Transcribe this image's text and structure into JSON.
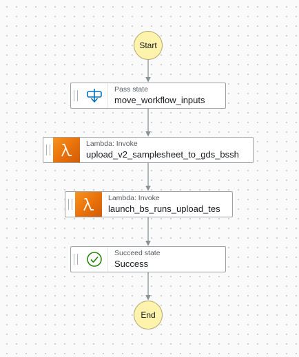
{
  "start": {
    "label": "Start"
  },
  "end": {
    "label": "End"
  },
  "states": [
    {
      "type": "Pass state",
      "name": "move_workflow_inputs",
      "icon": "pass-state-icon"
    },
    {
      "type": "Lambda: Invoke",
      "name": "upload_v2_samplesheet_to_gds_bssh",
      "icon": "lambda-icon"
    },
    {
      "type": "Lambda: Invoke",
      "name": "launch_bs_runs_upload_tes",
      "icon": "lambda-icon"
    },
    {
      "type": "Succeed state",
      "name": "Success",
      "icon": "succeed-state-icon"
    }
  ],
  "colors": {
    "terminal_fill": "#fdf3ad",
    "lambda_orange": "#e8700a",
    "pass_blue": "#0073bb",
    "success_green": "#1d8102",
    "connector": "#879196"
  }
}
